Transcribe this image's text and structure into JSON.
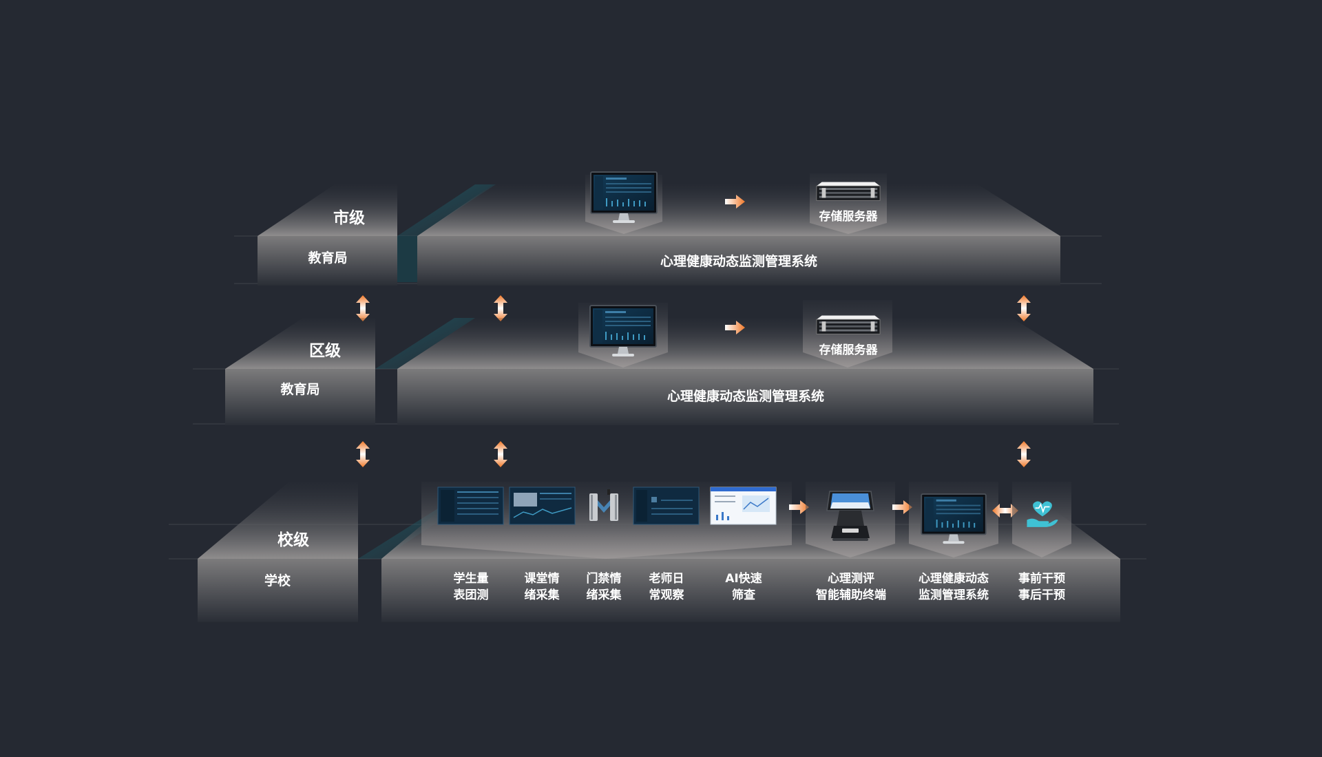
{
  "accent_color": "#f28a2e",
  "tiers": {
    "city": {
      "title": "市级",
      "side_label": "教育局",
      "system_label": "心理健康动态监测管理系统",
      "server_label": "存储服务器"
    },
    "district": {
      "title": "区级",
      "side_label": "教育局",
      "system_label": "心理健康动态监测管理系统",
      "server_label": "存储服务器"
    },
    "school": {
      "title": "校级",
      "side_label": "学校",
      "items": [
        {
          "line1": "学生量",
          "line2": "表团测"
        },
        {
          "line1": "课堂情",
          "line2": "绪采集"
        },
        {
          "line1": "门禁情",
          "line2": "绪采集"
        },
        {
          "line1": "老师日",
          "line2": "常观察"
        },
        {
          "line1": "AI快速",
          "line2": "筛查"
        },
        {
          "line1": "心理测评",
          "line2": "智能辅助终端"
        },
        {
          "line1": "心理健康动态",
          "line2": "监测管理系统"
        },
        {
          "line1": "事前干预",
          "line2": "事后干预"
        }
      ]
    }
  },
  "icons": {
    "monitor": "monitor-icon",
    "server": "rack-server-icon",
    "gate": "turnstile-gate-icon",
    "kiosk": "assessment-kiosk-icon",
    "care": "heart-hand-icon",
    "arrow_right": "arrow-right-icon",
    "arrow_vertical": "arrow-updown-icon",
    "arrow_both": "arrow-leftright-icon"
  }
}
